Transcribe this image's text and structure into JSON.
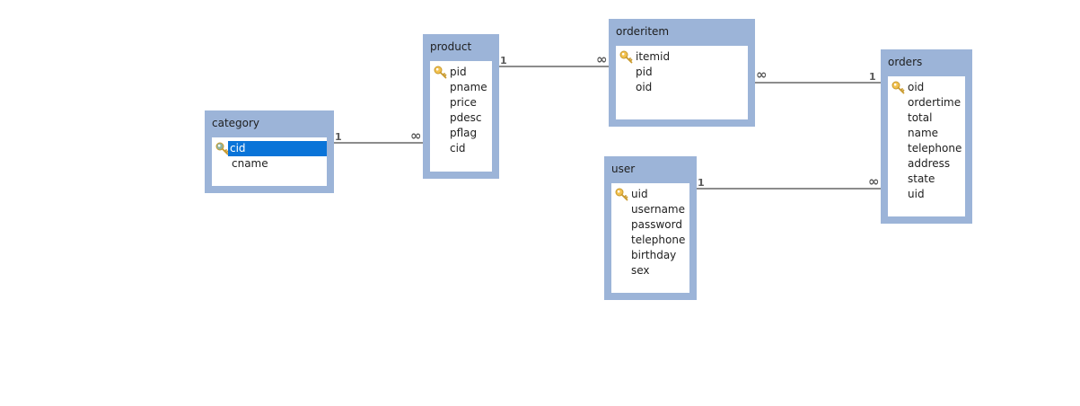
{
  "diagram": {
    "tables": [
      {
        "id": "category",
        "title": "category",
        "fields": [
          {
            "name": "cid",
            "key": true,
            "selected": true
          },
          {
            "name": "cname"
          }
        ]
      },
      {
        "id": "product",
        "title": "product",
        "fields": [
          {
            "name": "pid",
            "key": true
          },
          {
            "name": "pname"
          },
          {
            "name": "price"
          },
          {
            "name": "pdesc"
          },
          {
            "name": "pflag"
          },
          {
            "name": "cid"
          }
        ]
      },
      {
        "id": "orderitem",
        "title": "orderitem",
        "fields": [
          {
            "name": "itemid",
            "key": true
          },
          {
            "name": "pid"
          },
          {
            "name": "oid"
          }
        ]
      },
      {
        "id": "orders",
        "title": "orders",
        "fields": [
          {
            "name": "oid",
            "key": true
          },
          {
            "name": "ordertime"
          },
          {
            "name": "total"
          },
          {
            "name": "name"
          },
          {
            "name": "telephone"
          },
          {
            "name": "address"
          },
          {
            "name": "state"
          },
          {
            "name": "uid"
          }
        ]
      },
      {
        "id": "user",
        "title": "user",
        "fields": [
          {
            "name": "uid",
            "key": true
          },
          {
            "name": "username"
          },
          {
            "name": "password"
          },
          {
            "name": "telephone"
          },
          {
            "name": "birthday"
          },
          {
            "name": "sex"
          }
        ]
      }
    ],
    "relations": [
      {
        "from": "category",
        "to": "product",
        "from_card": "1",
        "to_card": "∞"
      },
      {
        "from": "product",
        "to": "orderitem",
        "from_card": "1",
        "to_card": "∞"
      },
      {
        "from": "orderitem",
        "to": "orders",
        "from_card": "∞",
        "to_card": "1"
      },
      {
        "from": "user",
        "to": "orders",
        "from_card": "1",
        "to_card": "∞"
      }
    ]
  },
  "colors": {
    "table_frame": "#9cb4d8",
    "selection": "#0a74d8",
    "connector": "#8c8c8c",
    "key_icon": "#f2c14e"
  },
  "icons": {
    "primary_key": "key-icon"
  }
}
